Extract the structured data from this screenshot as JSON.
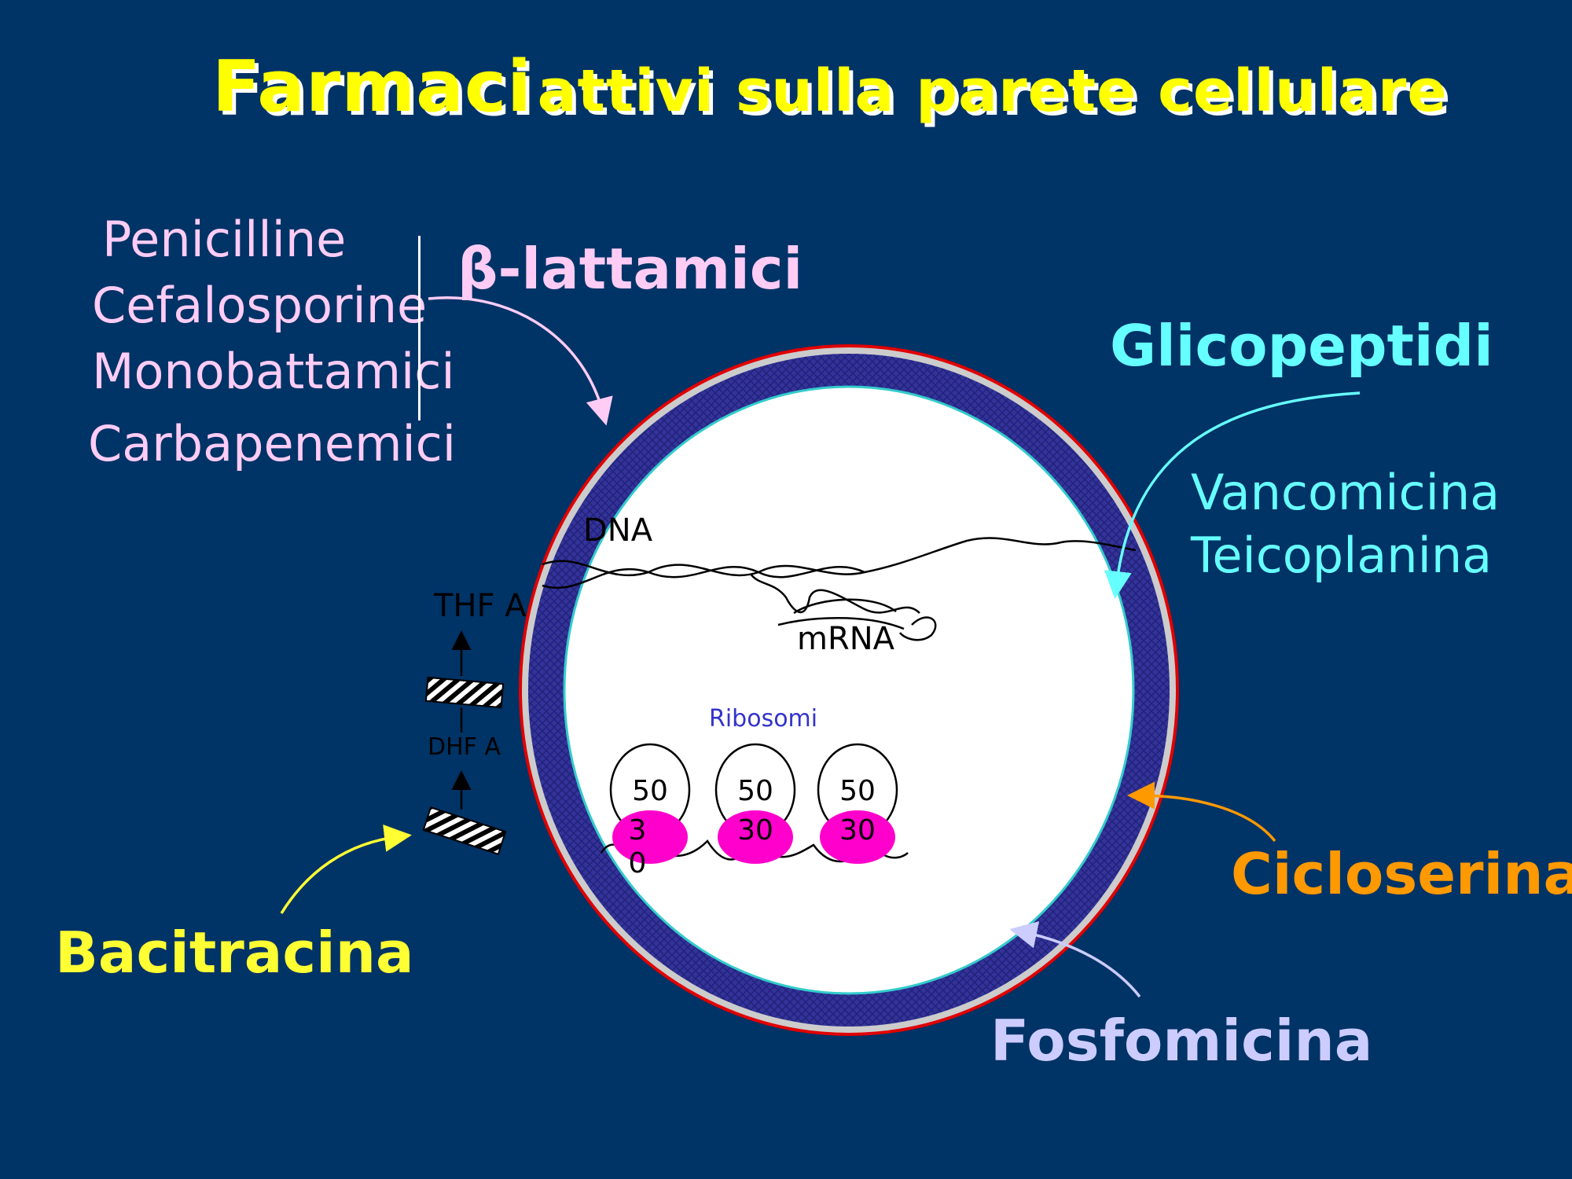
{
  "title": {
    "part1": "Farmaci",
    "part2": "attivi sulla parete cellulare"
  },
  "beta_lactams": {
    "heading": "β-lattamici",
    "items": [
      "Penicilline",
      "Cefalosporine",
      "Monobattamici",
      "Carbapenemici"
    ]
  },
  "glycopeptides": {
    "heading": "Glicopeptidi",
    "items": [
      "Vancomicina",
      "Teicoplanina"
    ]
  },
  "other_drugs": {
    "cycloserine": "Cicloserina",
    "bacitracin": "Bacitracina",
    "fosfomycin": "Fosfomicina"
  },
  "cell": {
    "dna": "DNA",
    "mrna": "mRNA",
    "thf": "THF A",
    "dhf": "DHF A",
    "ribosomes_label": "Ribosomi",
    "ribosomes": [
      {
        "large": "50",
        "small": "3\n0"
      },
      {
        "large": "50",
        "small": "30"
      },
      {
        "large": "50",
        "small": "30"
      }
    ]
  },
  "colors": {
    "background": "#003366",
    "title": "#ffff00",
    "beta_lactams": "#ffccf5",
    "glycopeptides": "#66ffff",
    "bacitracin": "#ffff33",
    "cycloserine": "#ff9900",
    "fosfomycin": "#ccccff",
    "wall": "#33339a",
    "ribosome_small": "#ff00cc"
  }
}
